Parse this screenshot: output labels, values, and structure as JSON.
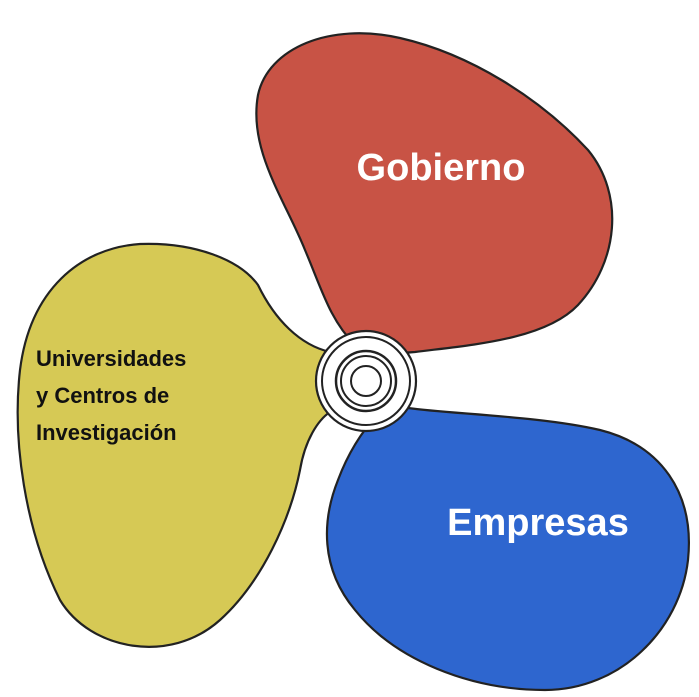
{
  "diagram": {
    "blades": [
      {
        "id": "gobierno",
        "label_lines": [
          "Gobierno"
        ],
        "fill": "#c85345",
        "text_color": "#ffffff"
      },
      {
        "id": "empresas",
        "label_lines": [
          "Empresas"
        ],
        "fill": "#2e66cf",
        "text_color": "#ffffff"
      },
      {
        "id": "universidades",
        "label_lines": [
          "Universidades",
          "y Centros de",
          "Investigación"
        ],
        "fill": "#d6c955",
        "text_color": "#111111"
      }
    ],
    "hub": {
      "ring_color": "#222222",
      "fill": "#ffffff"
    }
  }
}
